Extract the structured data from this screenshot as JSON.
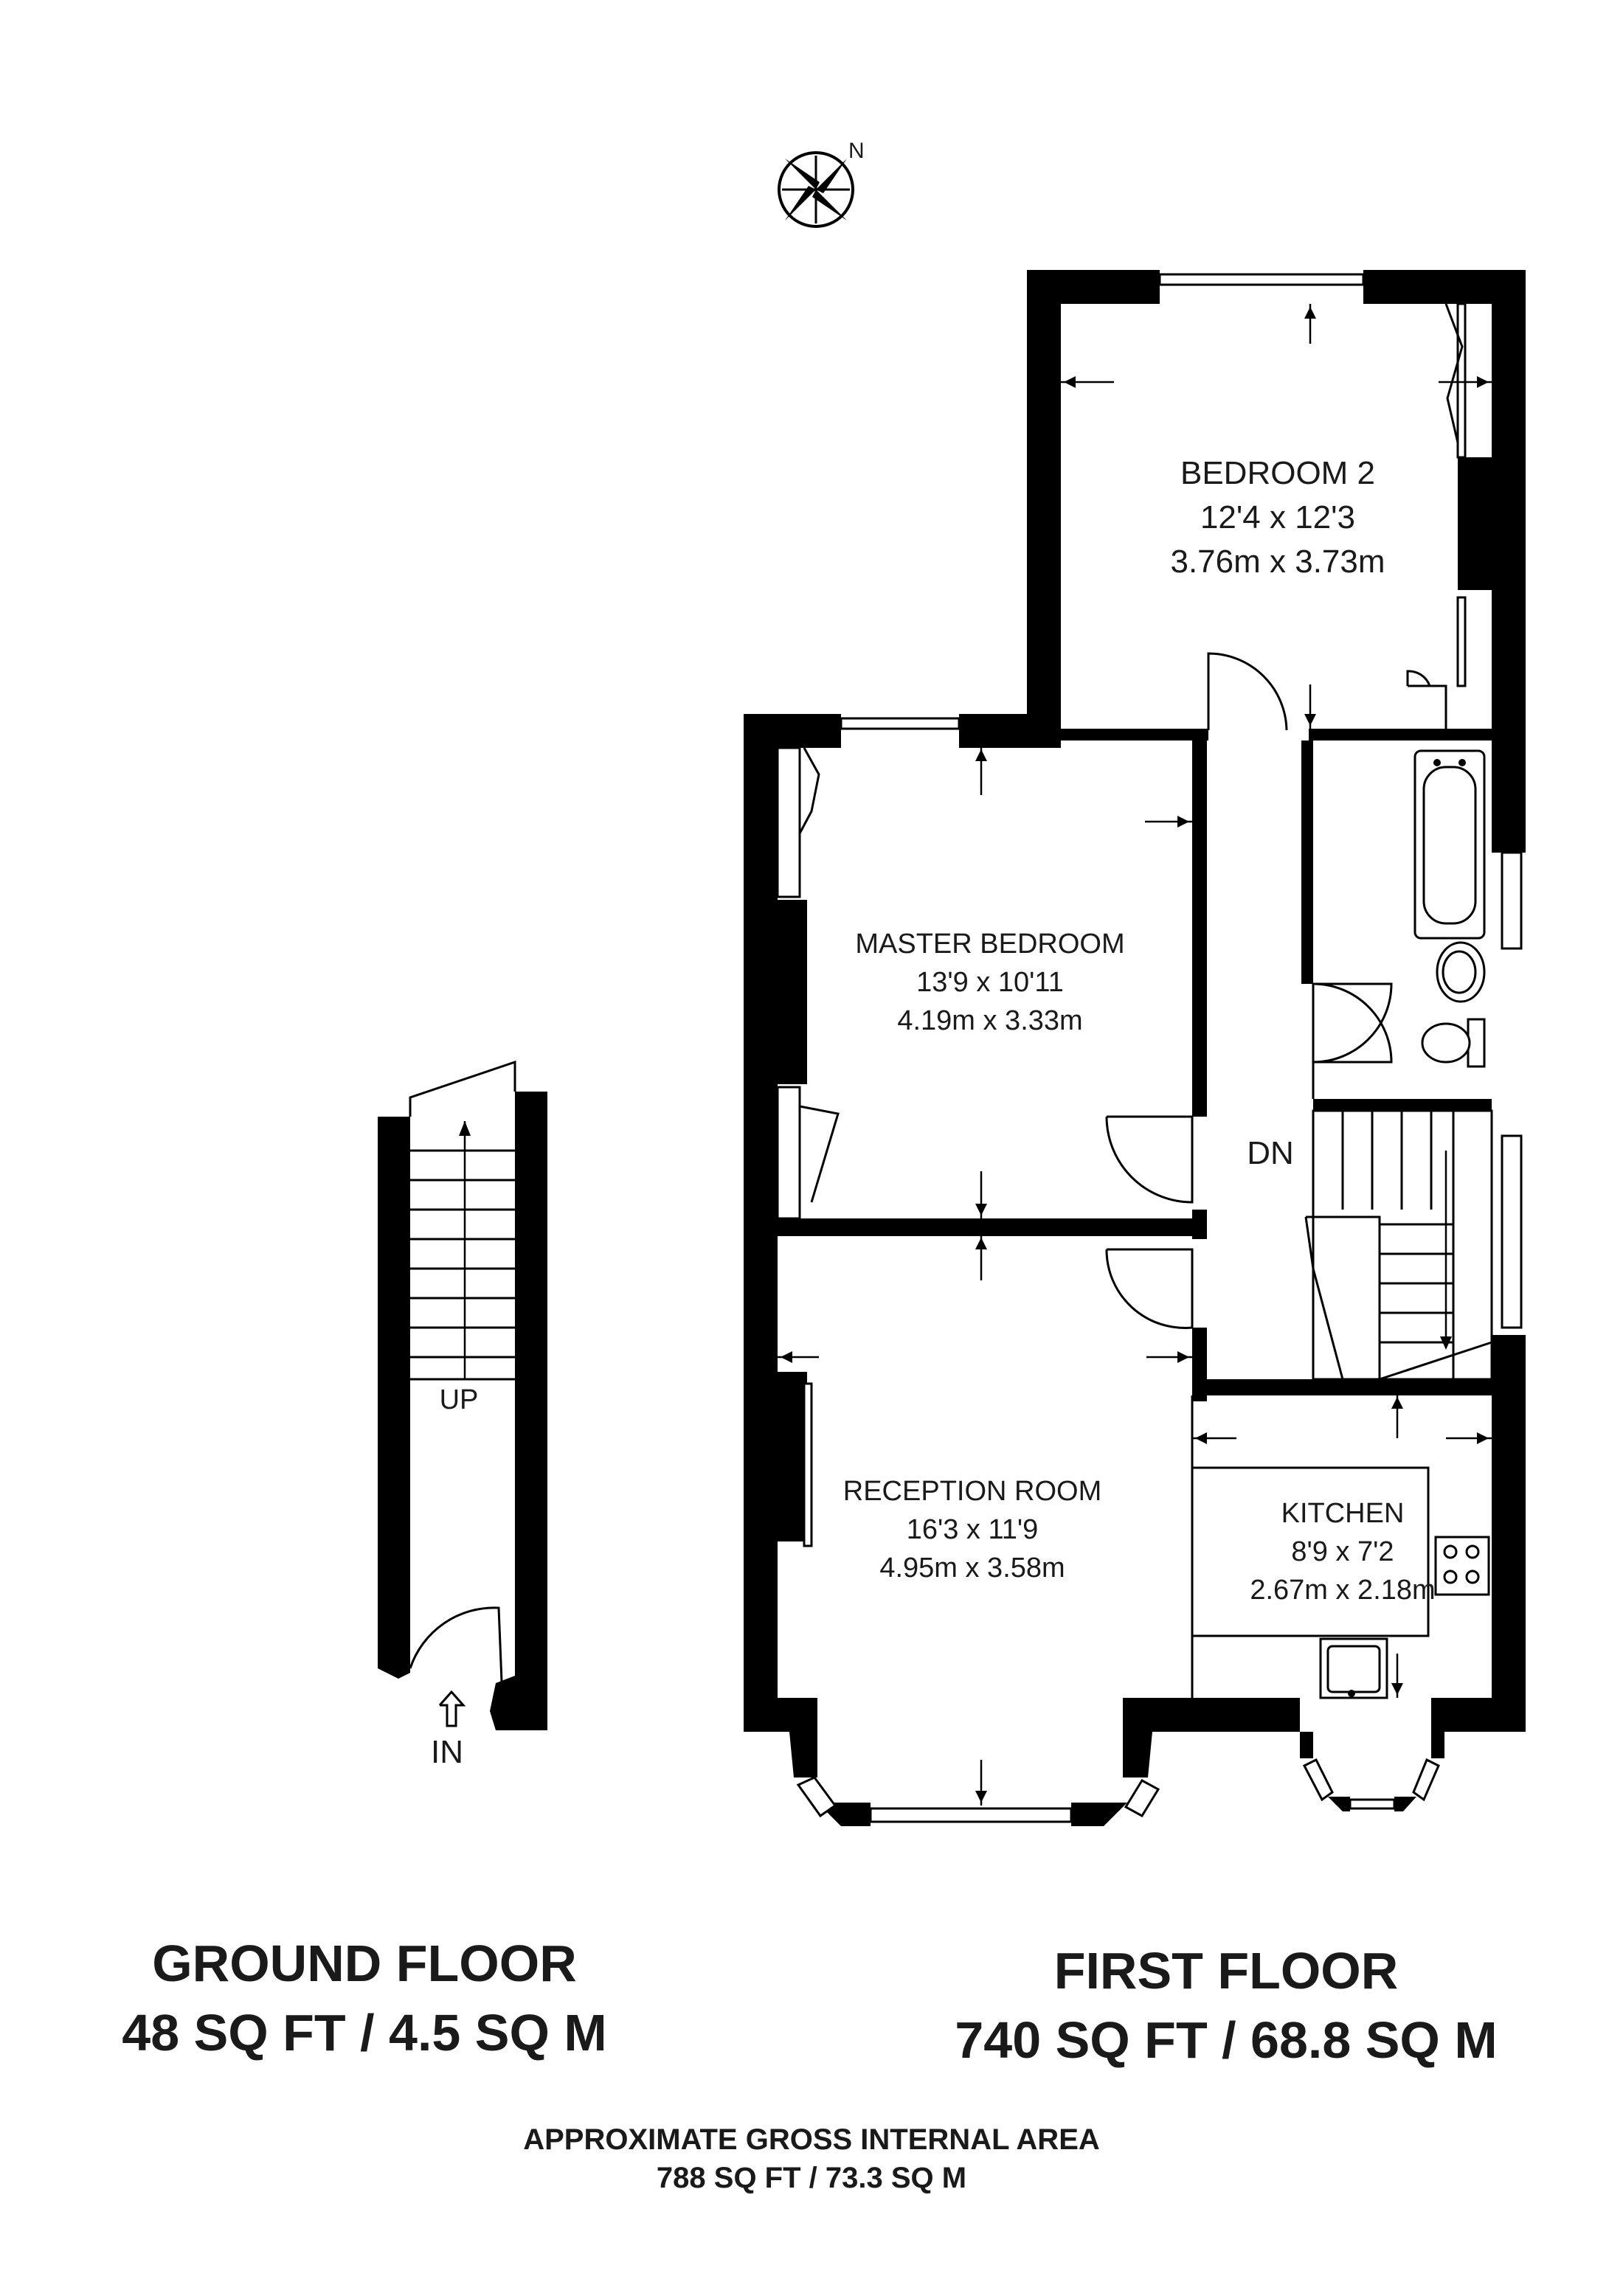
{
  "compass": {
    "label": "N"
  },
  "rooms": {
    "bedroom2": {
      "name": "BEDROOM 2",
      "imperial": "12'4 x 12'3",
      "metric": "3.76m x 3.73m"
    },
    "master": {
      "name": "MASTER BEDROOM",
      "imperial": "13'9 x 10'11",
      "metric": "4.19m x 3.33m"
    },
    "reception": {
      "name": "RECEPTION ROOM",
      "imperial": "16'3 x 11'9",
      "metric": "4.95m x 3.58m"
    },
    "kitchen": {
      "name": "KITCHEN",
      "imperial": "8'9 x 7'2",
      "metric": "2.67m x 2.18m"
    }
  },
  "stairs": {
    "down_label": "DN",
    "up_label": "UP",
    "entry_label": "IN"
  },
  "floors": {
    "ground": {
      "title": "GROUND FLOOR",
      "area": "48 SQ FT / 4.5 SQ M"
    },
    "first": {
      "title": "FIRST FLOOR",
      "area": "740 SQ FT / 68.8 SQ M"
    }
  },
  "gross": {
    "title": "APPROXIMATE GROSS INTERNAL AREA",
    "area": "788 SQ FT / 73.3 SQ M"
  }
}
